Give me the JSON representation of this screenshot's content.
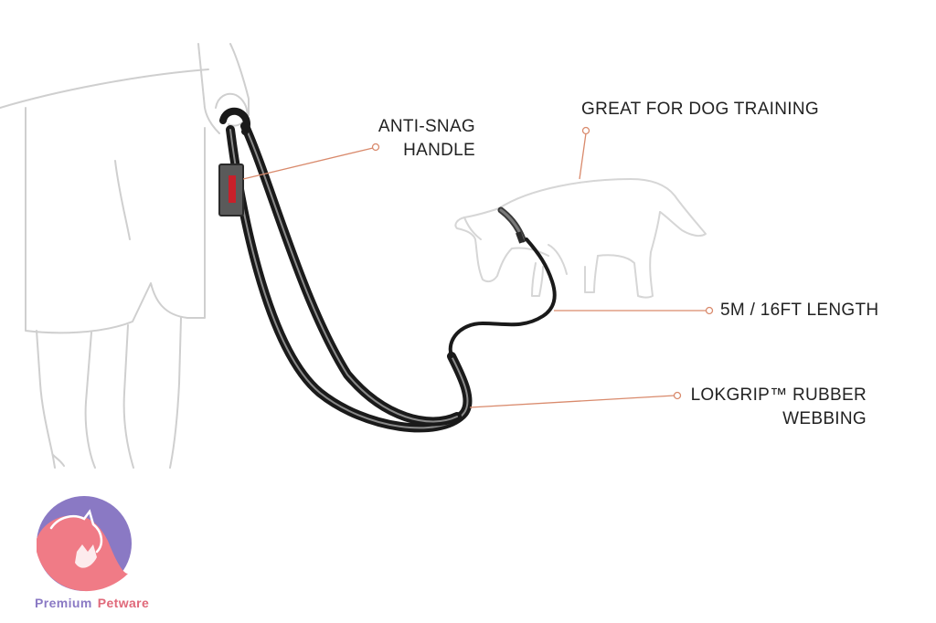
{
  "callouts": {
    "handle": {
      "line1": "ANTI-SNAG",
      "line2": "HANDLE"
    },
    "training": {
      "text": "GREAT FOR DOG TRAINING"
    },
    "length": {
      "text": "5M / 16FT LENGTH"
    },
    "webbing": {
      "line1": "LOKGRIP™ RUBBER",
      "line2": "WEBBING"
    }
  },
  "brand": {
    "word1": "Premium",
    "word2": "Petware"
  },
  "icons": [
    "person-legs-sketch",
    "leash-illustration",
    "dog-sketch",
    "premium-petware-logo"
  ],
  "colors": {
    "sketch": "#cfcfcf",
    "leash": "#1a1a1a",
    "leash_grey": "#6e6e6e",
    "handle_red": "#c8202a",
    "callout_line": "#d98a6c",
    "logo_purple": "#8a79c4",
    "logo_pink": "#f07b86"
  }
}
